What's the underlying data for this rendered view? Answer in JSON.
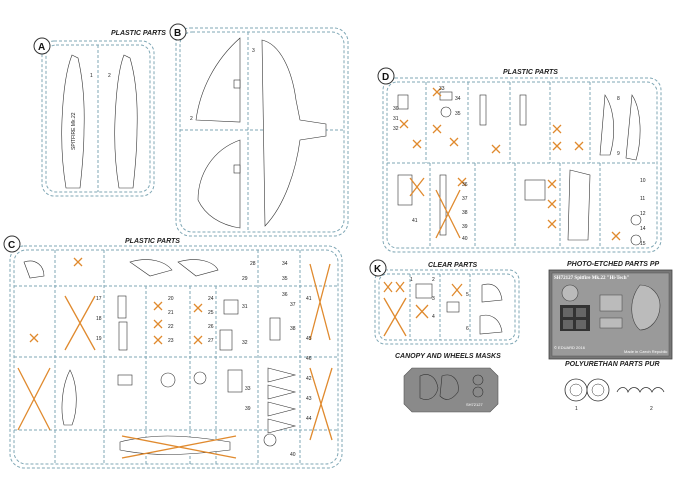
{
  "colors": {
    "sprue": "#7fa7b5",
    "removed_mark": "#e08a2e",
    "ink": "#222222",
    "pe_fret": "#777777",
    "mask_sheet": "#8a8a8a"
  },
  "headers": {
    "plastic_a": "PLASTIC PARTS",
    "plastic_d": "PLASTIC PARTS",
    "plastic_c": "PLASTIC PARTS",
    "clear": "CLEAR PARTS",
    "photo_etched": "PHOTO-ETCHED PARTS PP",
    "masks": "CANOPY AND WHEELS MASKS",
    "polyurethan": "POLYURETHAN PARTS PUR"
  },
  "sprue_letters": {
    "a": "A",
    "b": "B",
    "c": "C",
    "d": "D",
    "k": "K"
  },
  "fuselage_text": "SPITFIRE Mk.22",
  "pe": {
    "title": "SH72127 Spitfire Mk.22 \"Hi-Tech\"",
    "copyright": "© EDUARD 2016",
    "made_in": "Made in Czech Republic"
  },
  "mask_code": "SH72127",
  "part_numbers": {
    "a": [
      "1",
      "2"
    ],
    "b": [
      "3",
      "2"
    ],
    "d": [
      "33",
      "34",
      "35",
      "36",
      "37",
      "38",
      "39",
      "40",
      "41",
      "30",
      "31",
      "32",
      "8",
      "9",
      "10",
      "11",
      "12",
      "14",
      "15"
    ],
    "c": [
      "17",
      "18",
      "19",
      "20",
      "21",
      "22",
      "23",
      "24",
      "25",
      "26",
      "27",
      "28",
      "29",
      "31",
      "32",
      "33",
      "34",
      "35",
      "36",
      "37",
      "38",
      "39",
      "40",
      "41",
      "42",
      "43",
      "44",
      "45",
      "46"
    ],
    "k": [
      "1",
      "2",
      "3",
      "4",
      "5",
      "6"
    ],
    "pur": [
      "1",
      "2"
    ]
  }
}
